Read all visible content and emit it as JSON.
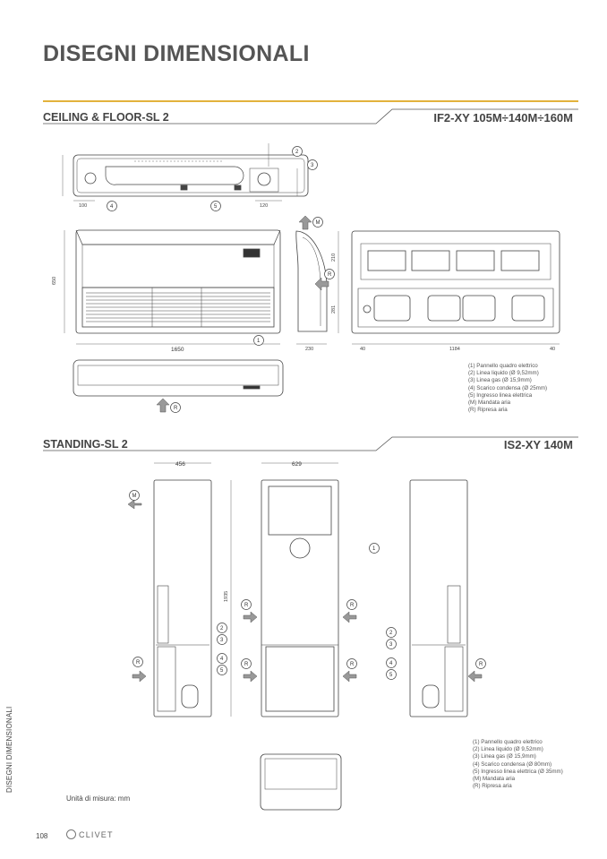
{
  "page_title": "DISEGNI DIMENSIONALI",
  "section1": {
    "title": "CEILING & FLOOR-SL 2",
    "model": "IF2-XY 105M÷140M÷160M",
    "dims": {
      "d100": "100",
      "d120": "120",
      "d1650": "1650",
      "d230": "230",
      "d1184": "1184",
      "d40a": "40",
      "d40b": "40",
      "d650": "650",
      "d210": "210",
      "d281": "281"
    },
    "legend": [
      "(1) Pannello quadro elettrico",
      "(2) Linea liquido (Ø 9,52mm)",
      "(3) Linea gas (Ø 15,9mm)",
      "(4) Scarico condensa (Ø 25mm)",
      "(5) Ingresso linea elettrica",
      "(M) Mandata aria",
      "(R) Ripresa aria"
    ]
  },
  "section2": {
    "title": "STANDING-SL 2",
    "model": "IS2-XY 140M",
    "dims": {
      "d456": "456",
      "d629": "629",
      "d1935": "1935"
    },
    "legend": [
      "(1) Pannello quadro elettrico",
      "(2) Linea liquido (Ø 9,52mm)",
      "(3) Linea gas (Ø 15,9mm)",
      "(4) Scarico condensa (Ø 80mm)",
      "(5) Ingresso linea elettrica (Ø 35mm)",
      "(M) Mandata aria",
      "(R) Ripresa aria"
    ]
  },
  "callouts": {
    "c1": "1",
    "c2": "2",
    "c3": "3",
    "c4": "4",
    "c5": "5",
    "m": "M",
    "r": "R"
  },
  "units_note": "Unità di misura: mm",
  "side_label": "DISEGNI DIMENSIONALI",
  "page_number": "108",
  "brand": "CLIVET",
  "colors": {
    "accent_rule": "#e3b23c",
    "line": "#555555"
  }
}
